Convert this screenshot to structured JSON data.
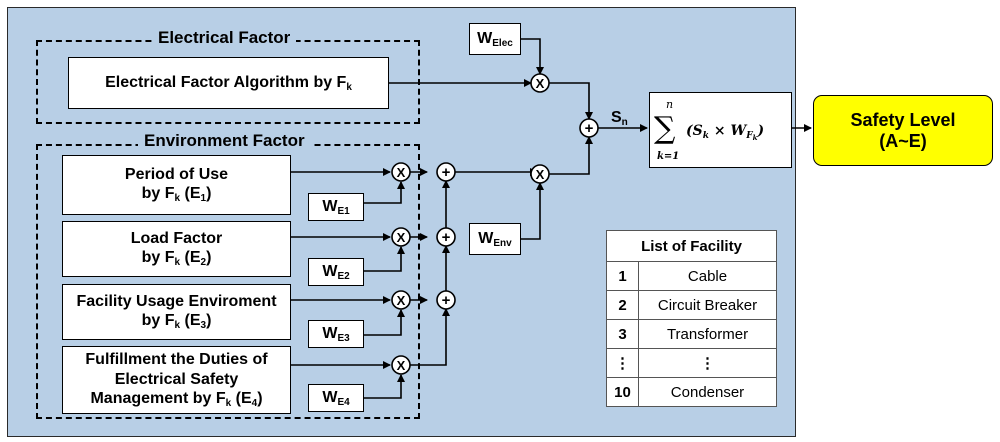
{
  "groups": {
    "electrical": "Electrical Factor",
    "environment": "Environment Factor"
  },
  "boxes": {
    "electrical_algorithm": "Electrical Factor Algorithm by F",
    "electrical_algorithm_sub": "k",
    "e1_line1": "Period of Use",
    "e1_line2": "by F",
    "e1_e": "(E",
    "e1_n": "1",
    "e2_line1": "Load Factor",
    "e2_line2": "by F",
    "e2_e": "(E",
    "e2_n": "2",
    "e3_line1": "Facility Usage Enviroment",
    "e3_line2": "by F",
    "e3_e": "(E",
    "e3_n": "3",
    "e4_line1": "Fulfillment the Duties of",
    "e4_line2": "Electrical Safety",
    "e4_line3": "Management by F",
    "e4_e": "(E",
    "e4_n": "4",
    "k": "k",
    "close": ")"
  },
  "weights": {
    "w": "W",
    "elec": "Elec",
    "env": "Env",
    "e1": "E1",
    "e2": "E2",
    "e3": "E3",
    "e4": "E4"
  },
  "operators": {
    "multiply": "X",
    "add": "+"
  },
  "sn": {
    "s": "S",
    "n": "n"
  },
  "formula": {
    "upper": "n",
    "sigma": "∑",
    "lower": "k=1",
    "body": "(S",
    "body_k": "k",
    "times": " × W",
    "wf": "F",
    "wfk": "k",
    "close": ")"
  },
  "safety": {
    "line1": "Safety Level",
    "line2": "(A~E)"
  },
  "facility": {
    "title": "List of Facility",
    "rows": [
      {
        "num": "1",
        "name": "Cable"
      },
      {
        "num": "2",
        "name": "Circuit Breaker"
      },
      {
        "num": "3",
        "name": "Transformer"
      },
      {
        "num": "⋮",
        "name": "⋮"
      },
      {
        "num": "10",
        "name": "Condenser"
      }
    ]
  }
}
